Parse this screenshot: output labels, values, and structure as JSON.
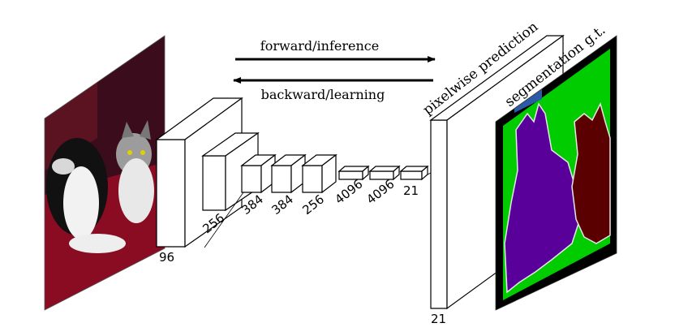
{
  "arrows": {
    "forward_label": "forward/inference",
    "backward_label": "backward/learning"
  },
  "input_image": {
    "description_icon": "photo-dog-and-cat"
  },
  "layers": [
    {
      "label": "96"
    },
    {
      "label": "256"
    },
    {
      "label": "384"
    },
    {
      "label": "384"
    },
    {
      "label": "256"
    },
    {
      "label": "4096"
    },
    {
      "label": "4096"
    },
    {
      "label": "21"
    }
  ],
  "output": {
    "prediction_label": "pixelwise prediction",
    "prediction_depth": "21",
    "gt_label": "segmentation g.t."
  },
  "colors": {
    "seg_background": "#00cc00",
    "seg_border": "#000000",
    "seg_dog": "#5a009a",
    "seg_cat": "#5a0000",
    "seg_outline": "#e6e6e6",
    "label_box": "#2b5aa6"
  }
}
